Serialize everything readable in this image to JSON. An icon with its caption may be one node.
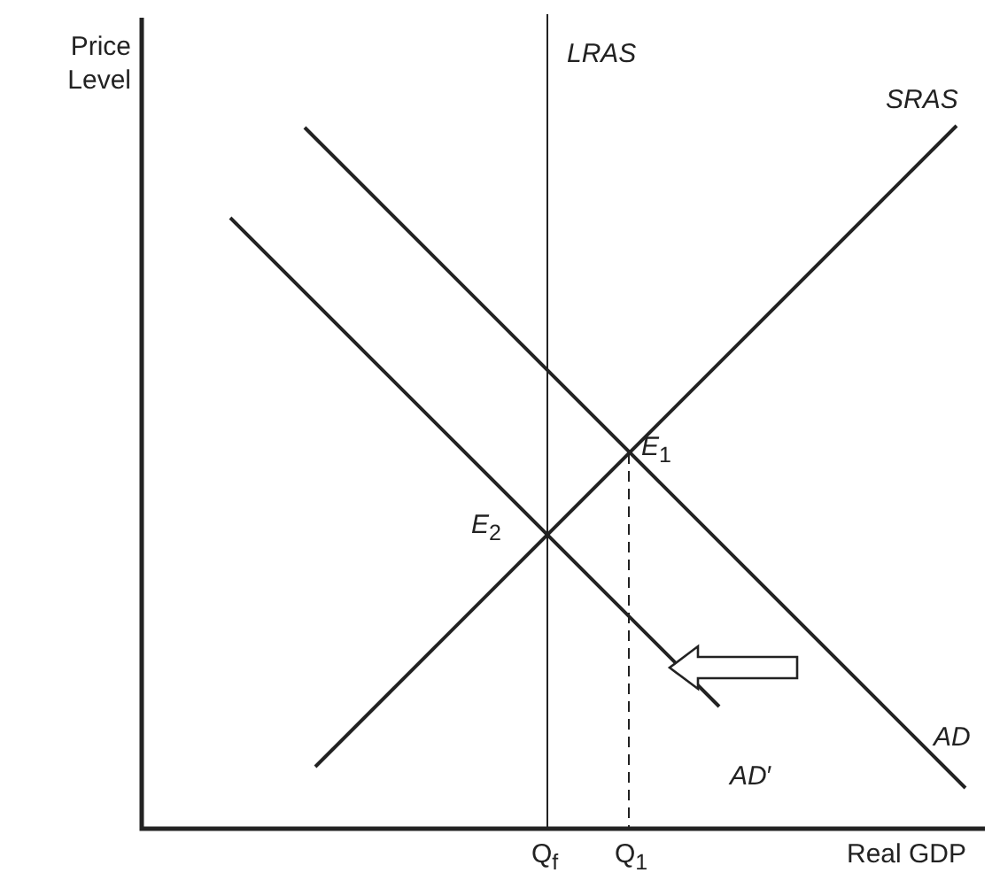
{
  "diagram": {
    "labels": [
      "Price Level",
      "*LRAS*",
      "*SRAS*",
      "*E*$_{1}$",
      "*E*$_{2}$",
      "*AD*′",
      "*AD*",
      "Q$_{f}$",
      "Q$_{1}$",
      "Real GDP"
    ]
  }
}
